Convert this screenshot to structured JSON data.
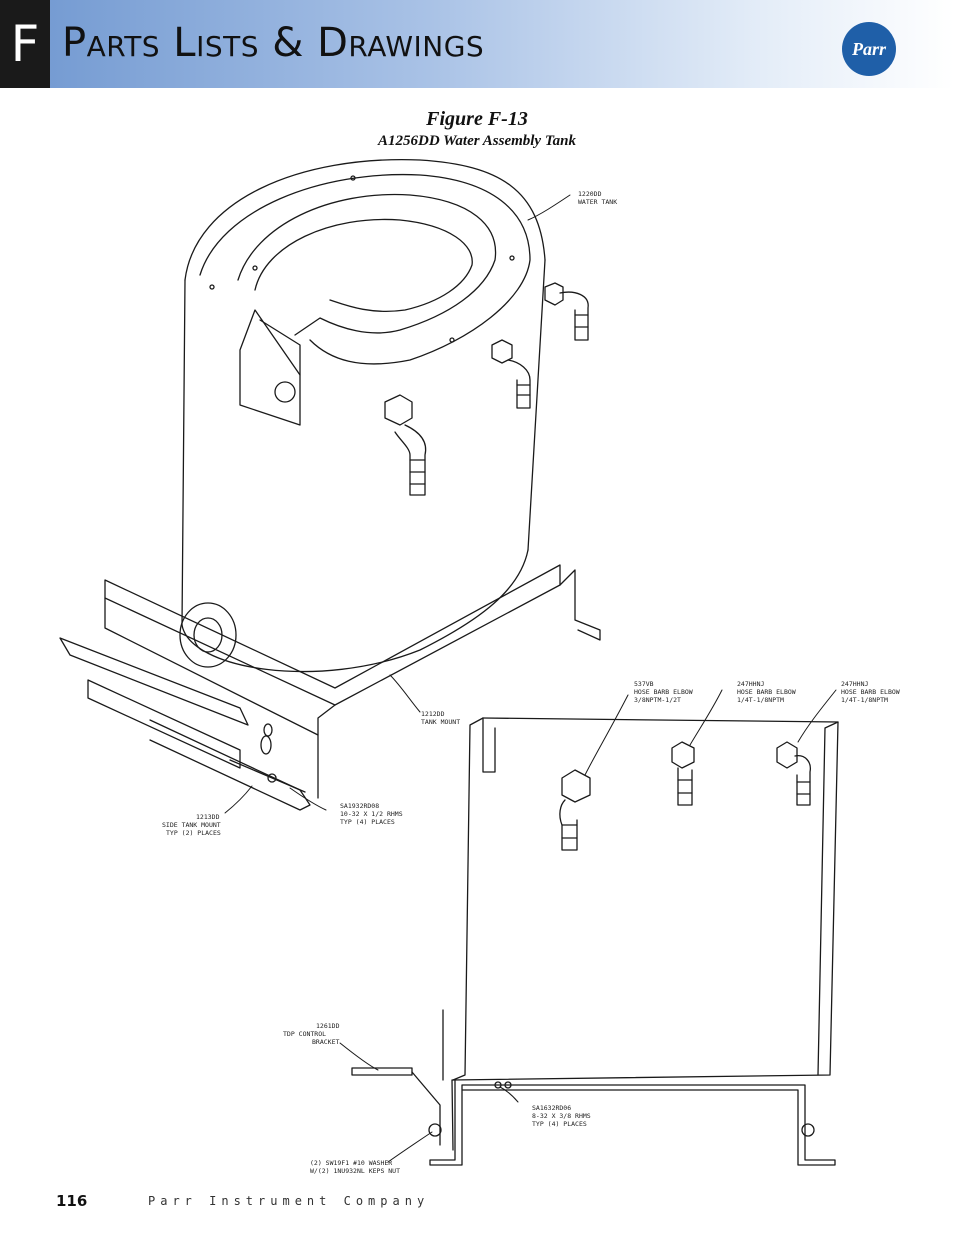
{
  "header": {
    "section_letter": "F",
    "title": "Parts Lists & Drawings",
    "logo_text": "Parr"
  },
  "figure": {
    "title": "Figure F-13",
    "subtitle": "A1256DD Water Assembly Tank"
  },
  "callouts": [
    {
      "id": "water-tank",
      "lines": [
        "1220DD",
        "WATER TANK"
      ]
    },
    {
      "id": "tank-mount",
      "lines": [
        "1212DD",
        "TANK MOUNT"
      ]
    },
    {
      "id": "screw-10-32",
      "lines": [
        "SA1932RD08",
        "10-32 X 1/2 RHMS",
        "TYP (4) PLACES"
      ]
    },
    {
      "id": "side-tank-mount",
      "lines": [
        "1213DD",
        "SIDE TANK MOUNT",
        "TYP (2) PLACES"
      ]
    },
    {
      "id": "hose-elbow-3-8",
      "lines": [
        "537VB",
        "HOSE BARB ELBOW",
        "3/8NPTM-1/2T"
      ]
    },
    {
      "id": "hose-elbow-1",
      "lines": [
        "247HHNJ",
        "HOSE BARB ELBOW",
        "1/4T-1/8NPTM"
      ]
    },
    {
      "id": "hose-elbow-2",
      "lines": [
        "247HHNJ",
        "HOSE BARB ELBOW",
        "1/4T-1/8NPTM"
      ]
    },
    {
      "id": "control-bracket",
      "lines": [
        "1261DD",
        "TDP CONTROL",
        "BRACKET"
      ]
    },
    {
      "id": "screw-8-32",
      "lines": [
        "SA1632RD06",
        "8-32 X 3/8 RHMS",
        "TYP (4) PLACES"
      ]
    },
    {
      "id": "washer-nut",
      "lines": [
        "(2) SW19F1 #10 WASHER",
        "W/(2) 1NU932NL KEPS NUT"
      ]
    }
  ],
  "footer": {
    "page_number": "116",
    "company": "Parr Instrument Company"
  },
  "colors": {
    "header_start": "#6f97d0",
    "header_end": "#ffffff",
    "section_box": "#1a1a1a",
    "logo_blue": "#1f5fa8"
  }
}
